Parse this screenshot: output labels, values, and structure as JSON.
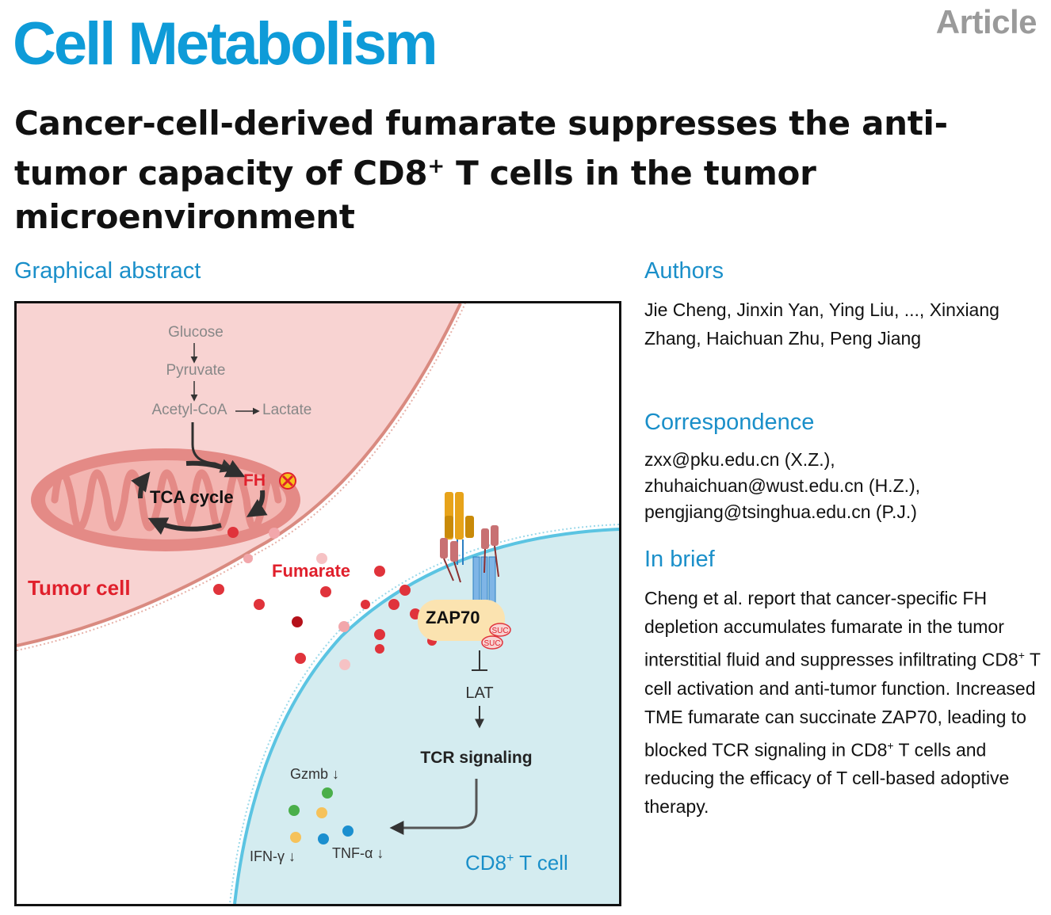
{
  "header": {
    "journal": "Cell Metabolism",
    "article_type": "Article"
  },
  "title": {
    "part1": "Cancer-cell-derived fumarate suppresses the anti-tumor capacity of CD8",
    "sup": "+",
    "part2": " T cells in the tumor microenvironment"
  },
  "graphical_abstract": {
    "heading": "Graphical abstract",
    "labels": {
      "glucose": "Glucose",
      "pyruvate": "Pyruvate",
      "acetyl_coa": "Acetyl-CoA",
      "lactate": "Lactate",
      "fh": "FH",
      "tca_cycle": "TCA cycle",
      "fumarate": "Fumarate",
      "tumor_cell": "Tumor cell",
      "zap70": "ZAP70",
      "suc": "SUC",
      "lat": "LAT",
      "tcr_signaling": "TCR signaling",
      "gzmb": "Gzmb ↓",
      "ifn": "IFN-γ ↓",
      "tnf": "TNF-α ↓",
      "cd8_cell": "CD8",
      "cd8_sup": "+",
      "cd8_rest": " T cell"
    },
    "colors": {
      "tumor_bg": "#f8d3d2",
      "tcell_bg": "#d4ecf0",
      "mito": "#e48a86",
      "membrane_pink": "#d98a80",
      "membrane_blue": "#5bc4e2",
      "fumarate_red": "#e0333b",
      "zap70": "#fbe3b0",
      "title_blue": "#1a8fc9",
      "red_text": "#e0202c"
    }
  },
  "authors": {
    "heading": "Authors",
    "text": "Jie Cheng, Jinxin Yan, Ying Liu, ..., Xinxiang Zhang, Haichuan Zhu, Peng Jiang"
  },
  "correspondence": {
    "heading": "Correspondence",
    "lines": [
      "zxx@pku.edu.cn (X.Z.),",
      "zhuhaichuan@wust.edu.cn (H.Z.),",
      "pengjiang@tsinghua.edu.cn (P.J.)"
    ]
  },
  "in_brief": {
    "heading": "In brief",
    "seg1": "Cheng et al. report that cancer-specific FH depletion accumulates fumarate in the tumor interstitial fluid and suppresses infiltrating CD8",
    "sup1": "+",
    "seg2": " T cell activation and anti-tumor function. Increased TME fumarate can succinate ZAP70, leading to blocked TCR signaling in CD8",
    "sup2": "+",
    "seg3": " T cells and reducing the efficacy of T cell-based adoptive therapy."
  }
}
